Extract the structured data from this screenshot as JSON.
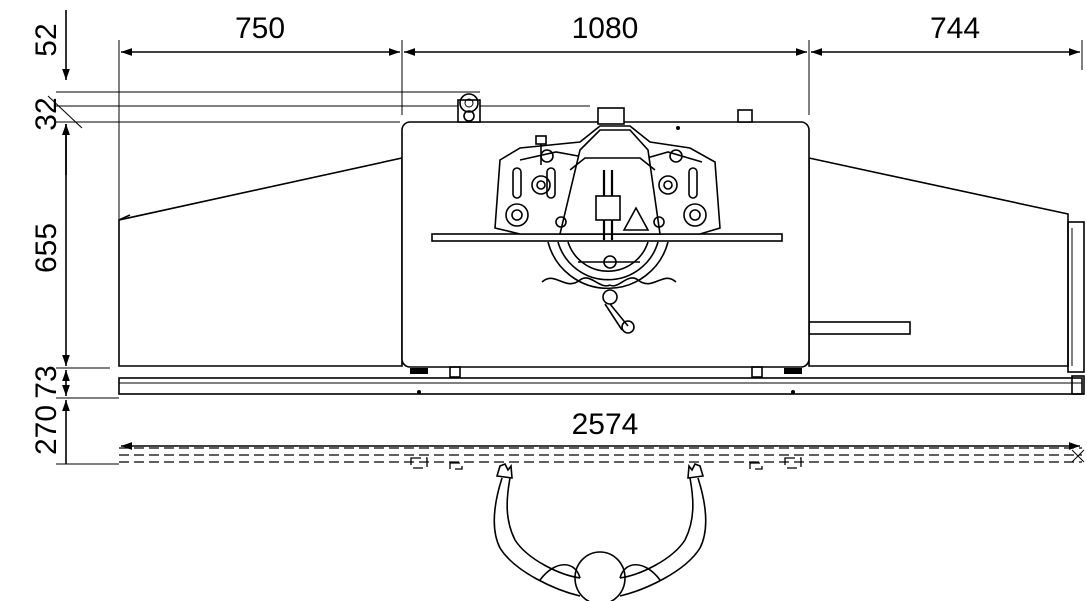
{
  "dimensions": {
    "top_left": "750",
    "top_middle": "1080",
    "top_right": "744",
    "overall_width": "2574",
    "height_52": "52",
    "height_32": "32",
    "height_655": "655",
    "height_73": "73",
    "height_270": "270"
  }
}
